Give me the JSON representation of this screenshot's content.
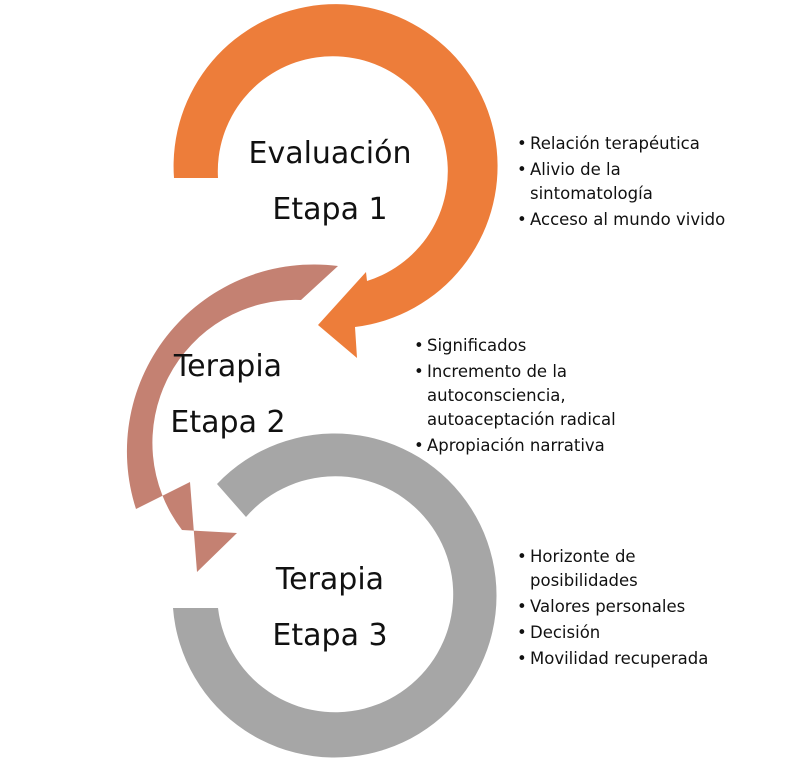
{
  "colors": {
    "stage1": "#ED7D3A",
    "stage2": "#C48172",
    "stage3": "#A6A6A6"
  },
  "stages": [
    {
      "name": "Evaluación",
      "step": "Etapa 1",
      "bullets": [
        "Relación terapéutica",
        "Alivio de la sintomatología",
        "Acceso al mundo vivido"
      ]
    },
    {
      "name": "Terapia",
      "step": "Etapa 2",
      "bullets": [
        "Significados",
        "Incremento de la autoconsciencia, autoaceptación radical",
        "Apropiación narrativa"
      ]
    },
    {
      "name": "Terapia",
      "step": "Etapa 3",
      "bullets": [
        "Horizonte de posibilidades",
        "Valores personales",
        "Decisión",
        "Movilidad recuperada"
      ]
    }
  ]
}
